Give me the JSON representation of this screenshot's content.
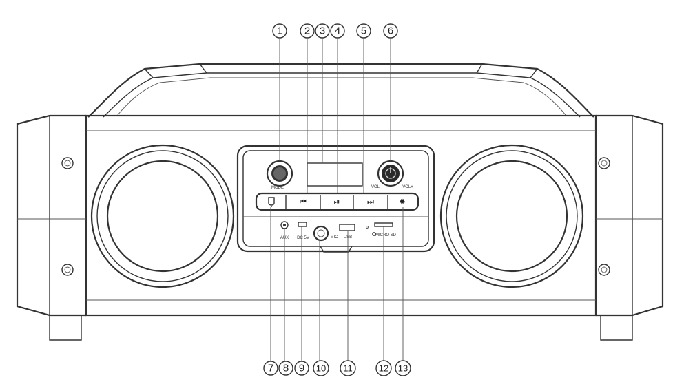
{
  "callouts_top": [
    "1",
    "2",
    "3",
    "4",
    "5",
    "6"
  ],
  "callouts_bottom": [
    "7",
    "8",
    "9",
    "10",
    "11",
    "12",
    "13"
  ],
  "labels": {
    "mode": "MODE",
    "aux": "AUX",
    "dc": "DC 5V",
    "mic": "MIC",
    "usb": "USB",
    "micro_sd": "MICRO SD",
    "vol_minus": "VOL-",
    "vol_plus": "VOL+"
  },
  "icons": {
    "mode_button": "microphone-icon",
    "prev_button": "skip-previous-icon",
    "play_pause_button": "play-pause-icon",
    "next_button": "skip-next-icon",
    "light_button": "light-icon"
  }
}
